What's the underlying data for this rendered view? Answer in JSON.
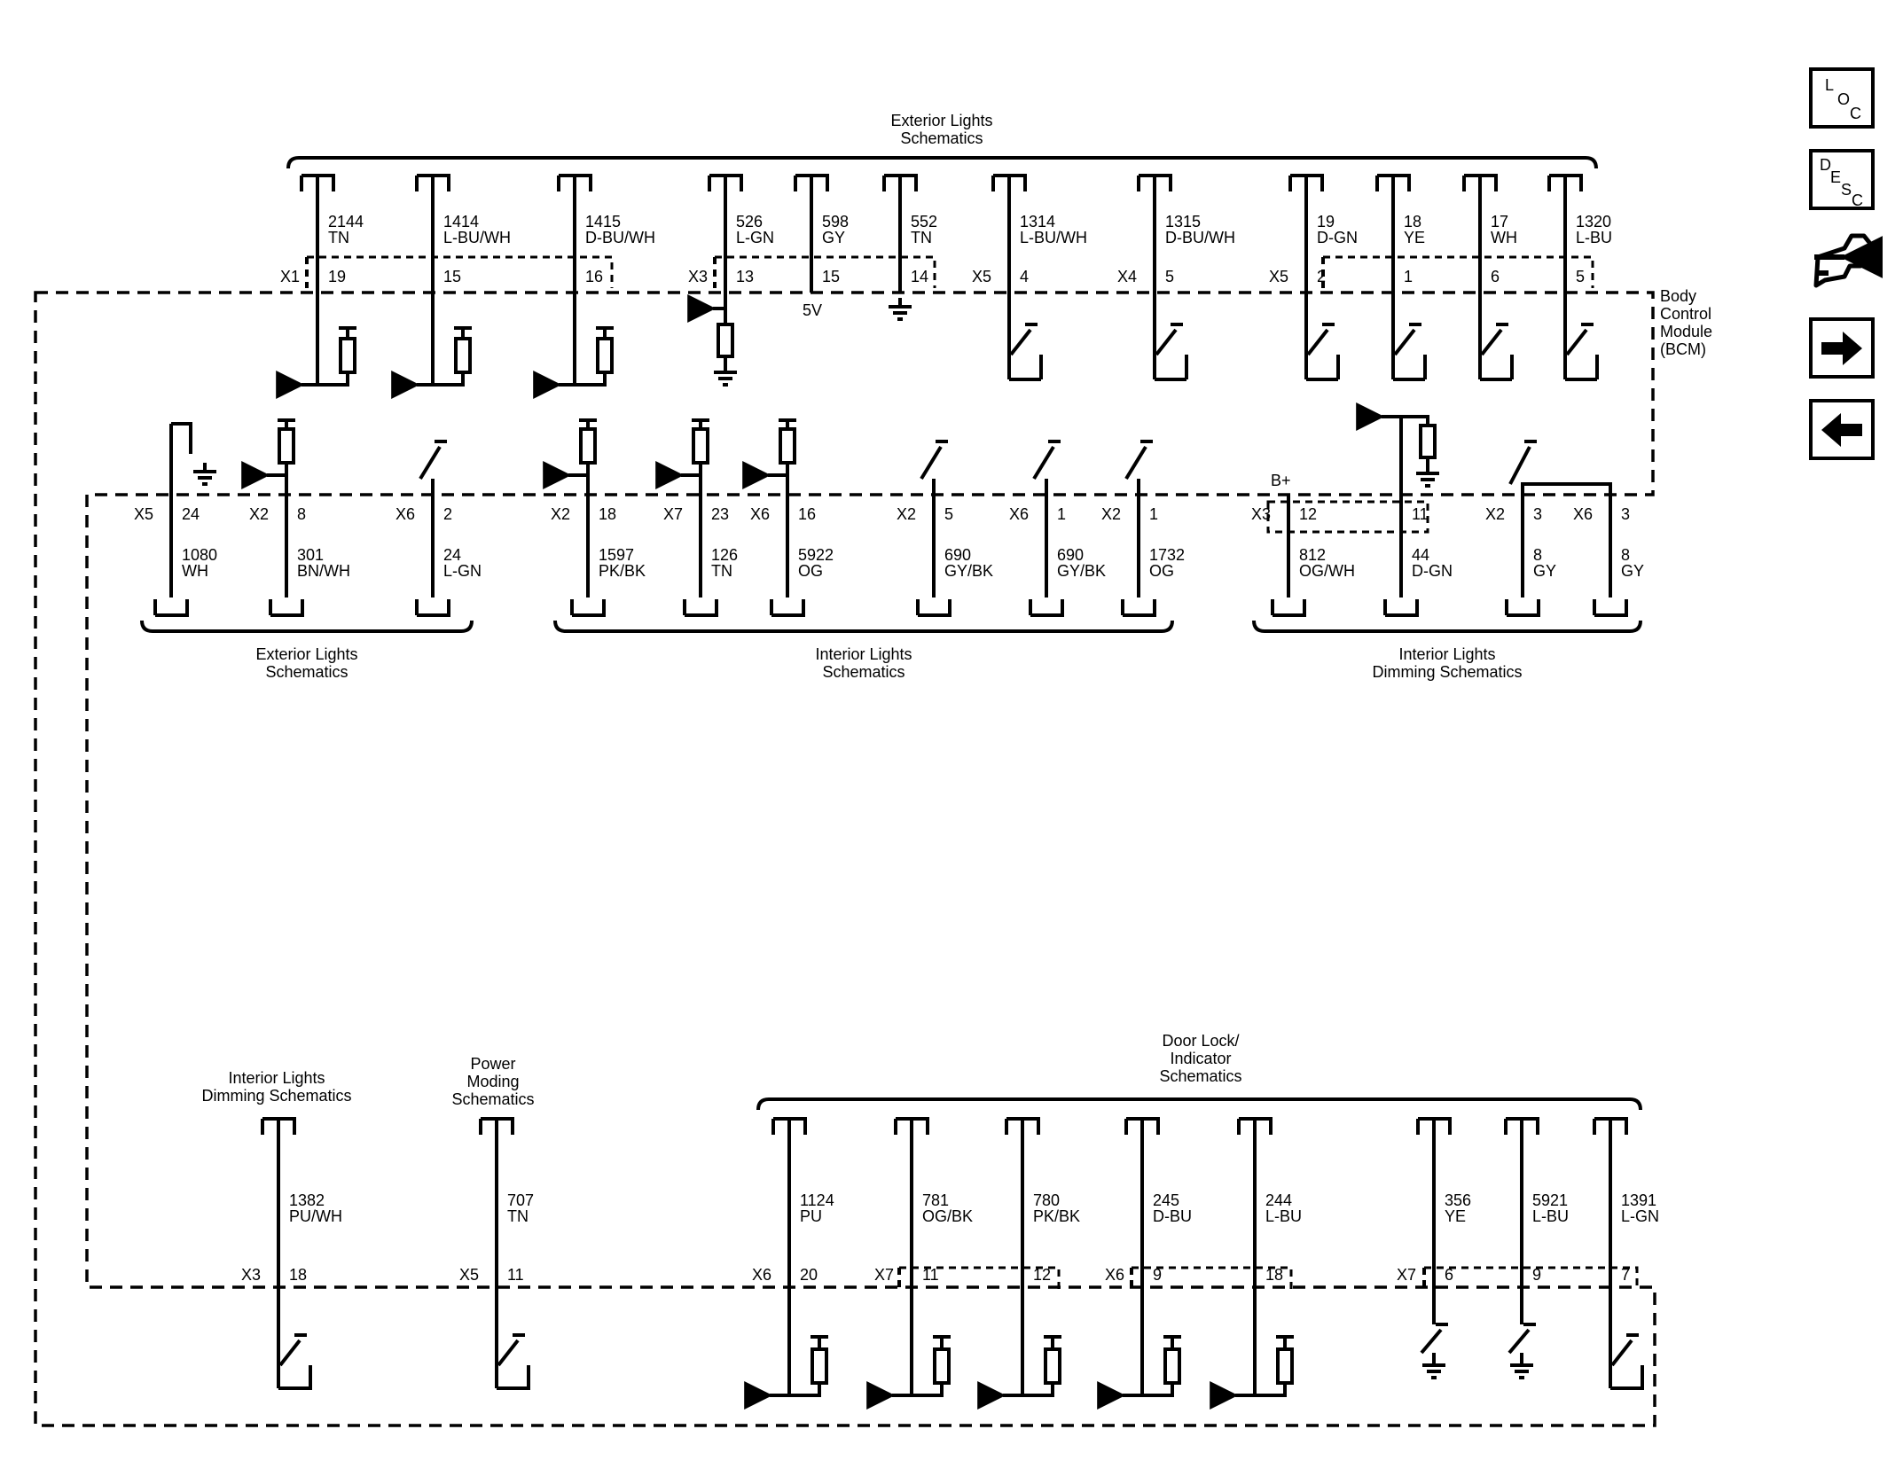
{
  "module": {
    "label_lines": [
      "Body",
      "Control",
      "Module",
      "(BCM)"
    ]
  },
  "headers": [
    {
      "id": "top-exterior",
      "lines": [
        "Exterior Lights",
        "Schematics"
      ]
    },
    {
      "id": "mid-exterior",
      "lines": [
        "Exterior Lights",
        "Schematics"
      ]
    },
    {
      "id": "mid-interior",
      "lines": [
        "Interior Lights",
        "Schematics"
      ]
    },
    {
      "id": "mid-dimming",
      "lines": [
        "Interior Lights",
        "Dimming Schematics"
      ]
    },
    {
      "id": "bot-dimming",
      "lines": [
        "Interior Lights",
        "Dimming Schematics"
      ]
    },
    {
      "id": "bot-power",
      "lines": [
        "Power",
        "Moding",
        "Schematics"
      ]
    },
    {
      "id": "bot-doorlock",
      "lines": [
        "Door Lock/",
        "Indicator",
        "Schematics"
      ]
    }
  ],
  "top_wires": [
    {
      "circuit": "2144",
      "color": "TN",
      "connector": "X1",
      "pin": "19",
      "type": "pullup"
    },
    {
      "circuit": "1414",
      "color": "L-BU/WH",
      "connector": "",
      "pin": "15",
      "type": "pullup"
    },
    {
      "circuit": "1415",
      "color": "D-BU/WH",
      "connector": "",
      "pin": "16",
      "type": "pullup"
    },
    {
      "circuit": "526",
      "color": "L-GN",
      "connector": "X3",
      "pin": "13",
      "type": "pulldown"
    },
    {
      "circuit": "598",
      "color": "GY",
      "connector": "",
      "pin": "15",
      "type": "ref5v"
    },
    {
      "circuit": "552",
      "color": "TN",
      "connector": "",
      "pin": "14",
      "type": "ground"
    },
    {
      "circuit": "1314",
      "color": "L-BU/WH",
      "connector": "X5",
      "pin": "4",
      "type": "switch"
    },
    {
      "circuit": "1315",
      "color": "D-BU/WH",
      "connector": "X4",
      "pin": "5",
      "type": "switch"
    },
    {
      "circuit": "19",
      "color": "D-GN",
      "connector": "X5",
      "pin": "2",
      "type": "switch"
    },
    {
      "circuit": "18",
      "color": "YE",
      "connector": "",
      "pin": "1",
      "type": "switch"
    },
    {
      "circuit": "17",
      "color": "WH",
      "connector": "",
      "pin": "6",
      "type": "switch"
    },
    {
      "circuit": "1320",
      "color": "L-BU",
      "connector": "",
      "pin": "5",
      "type": "switch"
    }
  ],
  "ref_label": "5V",
  "mid_wires": [
    {
      "circuit": "1080",
      "color": "WH",
      "connector": "X5",
      "pin": "24",
      "type": "gndswitch"
    },
    {
      "circuit": "301",
      "color": "BN/WH",
      "connector": "X2",
      "pin": "8",
      "type": "resistor"
    },
    {
      "circuit": "24",
      "color": "L-GN",
      "connector": "X6",
      "pin": "2",
      "type": "switch"
    },
    {
      "circuit": "1597",
      "color": "PK/BK",
      "connector": "X2",
      "pin": "18",
      "type": "resistor"
    },
    {
      "circuit": "126",
      "color": "TN",
      "connector": "X7",
      "pin": "23",
      "type": "resistor"
    },
    {
      "circuit": "5922",
      "color": "OG",
      "connector": "X6",
      "pin": "16",
      "type": "resistor"
    },
    {
      "circuit": "690",
      "color": "GY/BK",
      "connector": "X2",
      "pin": "5",
      "type": "switch"
    },
    {
      "circuit": "690",
      "color": "GY/BK",
      "connector": "X6",
      "pin": "1",
      "type": "switch"
    },
    {
      "circuit": "1732",
      "color": "OG",
      "connector": "X2",
      "pin": "1",
      "type": "switch"
    },
    {
      "circuit": "812",
      "color": "OG/WH",
      "connector": "X3",
      "pin": "12",
      "type": "battery"
    },
    {
      "circuit": "44",
      "color": "D-GN",
      "connector": "",
      "pin": "11",
      "type": "dimming"
    },
    {
      "circuit": "8",
      "color": "GY",
      "connector": "X2",
      "pin": "3",
      "type": "switchpair"
    },
    {
      "circuit": "8",
      "color": "GY",
      "connector": "X6",
      "pin": "3",
      "type": "switchpair"
    }
  ],
  "battery_label": "B+",
  "bottom_wires": [
    {
      "circuit": "1382",
      "color": "PU/WH",
      "connector": "X3",
      "pin": "18",
      "type": "switch"
    },
    {
      "circuit": "707",
      "color": "TN",
      "connector": "X5",
      "pin": "11",
      "type": "switch"
    },
    {
      "circuit": "1124",
      "color": "PU",
      "connector": "X6",
      "pin": "20",
      "type": "pullup"
    },
    {
      "circuit": "781",
      "color": "OG/BK",
      "connector": "X7",
      "pin": "11",
      "type": "pullup"
    },
    {
      "circuit": "780",
      "color": "PK/BK",
      "connector": "",
      "pin": "12",
      "type": "pullup"
    },
    {
      "circuit": "245",
      "color": "D-BU",
      "connector": "X6",
      "pin": "9",
      "type": "pullup"
    },
    {
      "circuit": "244",
      "color": "L-BU",
      "connector": "",
      "pin": "18",
      "type": "pullup"
    },
    {
      "circuit": "356",
      "color": "YE",
      "connector": "X7",
      "pin": "6",
      "type": "gndswitch"
    },
    {
      "circuit": "5921",
      "color": "L-BU",
      "connector": "",
      "pin": "9",
      "type": "gndswitch"
    },
    {
      "circuit": "1391",
      "color": "L-GN",
      "connector": "",
      "pin": "7",
      "type": "switch"
    }
  ],
  "nav": {
    "loc": [
      "L",
      "O",
      "C"
    ],
    "desc": [
      "D",
      "E",
      "S",
      "C"
    ]
  }
}
